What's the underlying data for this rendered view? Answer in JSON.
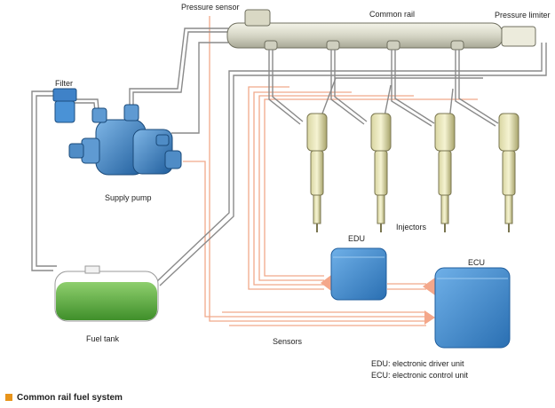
{
  "labels": {
    "pressure_sensor": "Pressure sensor",
    "common_rail": "Common rail",
    "pressure_limiter": "Pressure limiter",
    "filter": "Filter",
    "supply_pump": "Supply pump",
    "injectors": "Injectors",
    "edu": "EDU",
    "ecu": "ECU",
    "fuel_tank": "Fuel tank",
    "sensors": "Sensors",
    "legend_edu": "EDU: electronic driver unit",
    "legend_ecu": "ECU: electronic control unit"
  },
  "caption": "Common rail fuel system",
  "colors": {
    "pipe": "#7f7f7f",
    "wire": "#f0a98a",
    "unit_blue": "#3d83c8",
    "fuel_green": "#58a83c",
    "caption_square": "#e8941a"
  }
}
